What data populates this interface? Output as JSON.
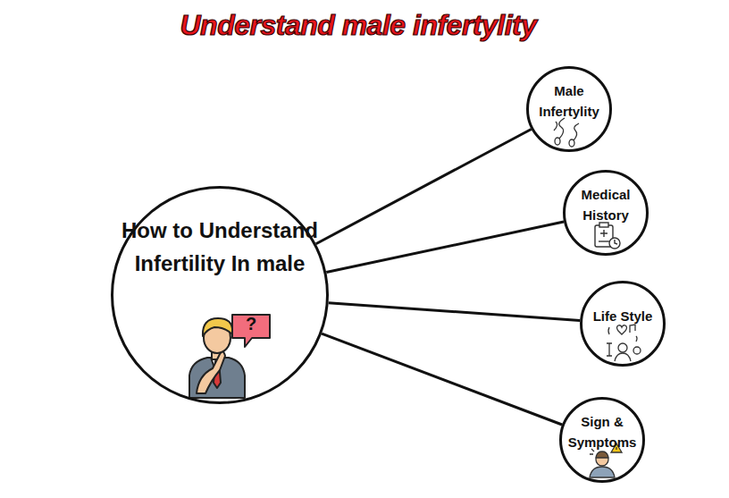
{
  "diagram": {
    "title": "Understand male infertylity",
    "nodes": [
      {
        "text": [
          "How to Understand Infertility In male"
        ]
      },
      {
        "text": [
          "Male Infertylity"
        ]
      },
      {
        "text": [
          "Medical History"
        ]
      },
      {
        "text": [
          "Life Style"
        ]
      },
      {
        "text": [
          "Sign & Symptoms"
        ]
      }
    ],
    "edges": [
      {
        "from": 0,
        "to": 1,
        "arrow": "none"
      },
      {
        "from": 0,
        "to": 2,
        "arrow": "none"
      },
      {
        "from": 0,
        "to": 3,
        "arrow": "none"
      },
      {
        "from": 0,
        "to": 4,
        "arrow": "none"
      }
    ],
    "labels": [
      "?"
    ]
  }
}
